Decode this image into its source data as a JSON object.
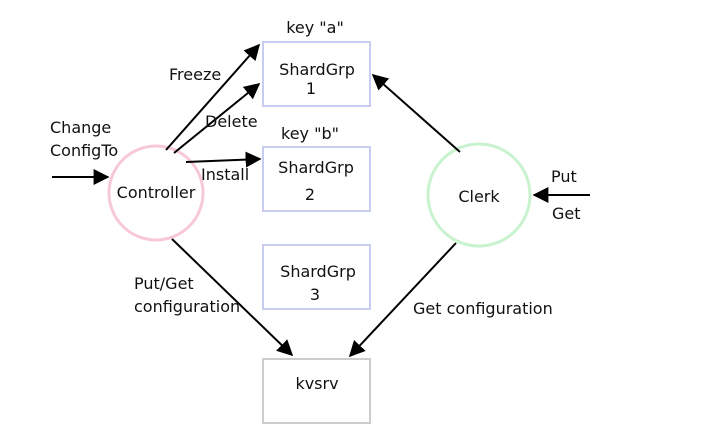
{
  "colors": {
    "shardgrp_border": "#c8cdef",
    "kvsrv_border": "#cccccc",
    "controller_border": "#f7c9d8",
    "clerk_border": "#c9f2cf",
    "edge": "#000000"
  },
  "nodes": {
    "controller": "Controller",
    "clerk": "Clerk",
    "kvsrv": "kvsrv",
    "shardgrp1": [
      "ShardGrp",
      "1"
    ],
    "shardgrp2": [
      "ShardGrp",
      "2"
    ],
    "shardgrp3": [
      "ShardGrp",
      "3"
    ]
  },
  "labels": {
    "key_a": "key \"a\"",
    "key_b": "key \"b\"",
    "change_config": [
      "Change",
      "ConfigTo"
    ],
    "freeze": "Freeze",
    "delete": "Delete",
    "install": "Install",
    "put_get_config": [
      "Put/Get",
      "configuration"
    ],
    "get_config": "Get configuration",
    "put": "Put",
    "get": "Get"
  }
}
